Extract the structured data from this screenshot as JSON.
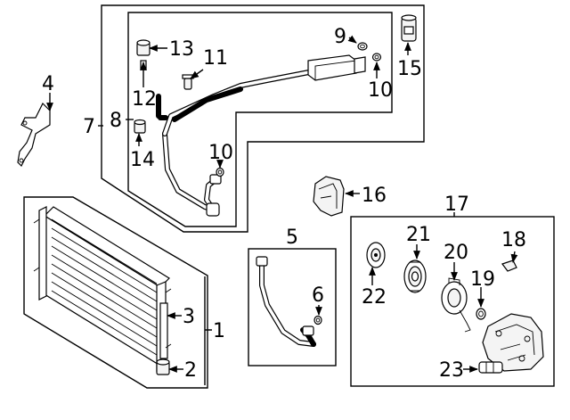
{
  "diagram": {
    "callouts": [
      {
        "id": "c1",
        "text": "1"
      },
      {
        "id": "c2",
        "text": "2"
      },
      {
        "id": "c3",
        "text": "3"
      },
      {
        "id": "c4",
        "text": "4"
      },
      {
        "id": "c5",
        "text": "5"
      },
      {
        "id": "c6",
        "text": "6"
      },
      {
        "id": "c7",
        "text": "7"
      },
      {
        "id": "c8",
        "text": "8"
      },
      {
        "id": "c9",
        "text": "9"
      },
      {
        "id": "c10a",
        "text": "10"
      },
      {
        "id": "c10b",
        "text": "10"
      },
      {
        "id": "c11",
        "text": "11"
      },
      {
        "id": "c12",
        "text": "12"
      },
      {
        "id": "c13",
        "text": "13"
      },
      {
        "id": "c14",
        "text": "14"
      },
      {
        "id": "c15",
        "text": "15"
      },
      {
        "id": "c16",
        "text": "16"
      },
      {
        "id": "c17",
        "text": "17"
      },
      {
        "id": "c18",
        "text": "18"
      },
      {
        "id": "c19",
        "text": "19"
      },
      {
        "id": "c20",
        "text": "20"
      },
      {
        "id": "c21",
        "text": "21"
      },
      {
        "id": "c22",
        "text": "22"
      },
      {
        "id": "c23",
        "text": "23"
      }
    ]
  }
}
